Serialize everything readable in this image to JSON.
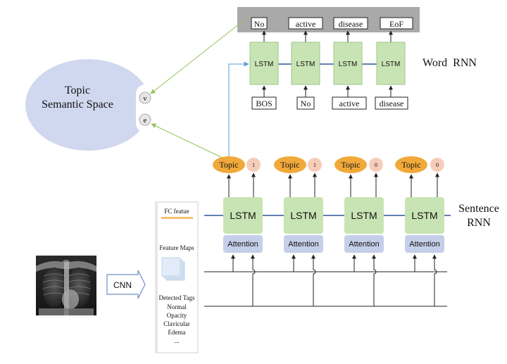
{
  "word_rnn": {
    "label": "Word  RNN",
    "outputs": [
      "No",
      "active",
      "disease",
      "EoF"
    ],
    "cells": [
      "LSTM",
      "LSTM",
      "LSTM",
      "LSTM"
    ],
    "inputs": [
      "BOS",
      "No",
      "active",
      "disease"
    ]
  },
  "topic_space": {
    "title_line1": "Topic",
    "title_line2": "Semantic Space",
    "v_label": "v",
    "e_label": "e"
  },
  "sentence_rnn": {
    "label_line1": "Sentence",
    "label_line2": "RNN",
    "topics": [
      {
        "label": "Topic",
        "stop": "1"
      },
      {
        "label": "Topic",
        "stop": "1"
      },
      {
        "label": "Topic",
        "stop": "0"
      },
      {
        "label": "Topic",
        "stop": "0"
      }
    ],
    "cells": [
      "LSTM",
      "LSTM",
      "LSTM",
      "LSTM"
    ],
    "attention": [
      "Attention",
      "Attention",
      "Attention",
      "Attention"
    ]
  },
  "features": {
    "fc_label": "FC featue",
    "maps_label": "Feature Maps",
    "tags_title": "Detected Tags",
    "tags": [
      "Normal",
      "Opacity",
      "Clavicular",
      "Edema",
      "..."
    ]
  },
  "cnn": {
    "label": "CNN"
  },
  "colors": {
    "lstm_fill": "#c9e4b4",
    "lstm_stroke": "#9cc78a",
    "attention_fill": "#c6cfe9",
    "topic_fill": "#f0a93a",
    "stop_fill": "#f6cdb9",
    "ellipse_fill": "#cfd8ee",
    "green_arrow": "#92c45a",
    "blue_arrow": "#5b9bd5",
    "gray_bar": "#a9a9a9"
  }
}
